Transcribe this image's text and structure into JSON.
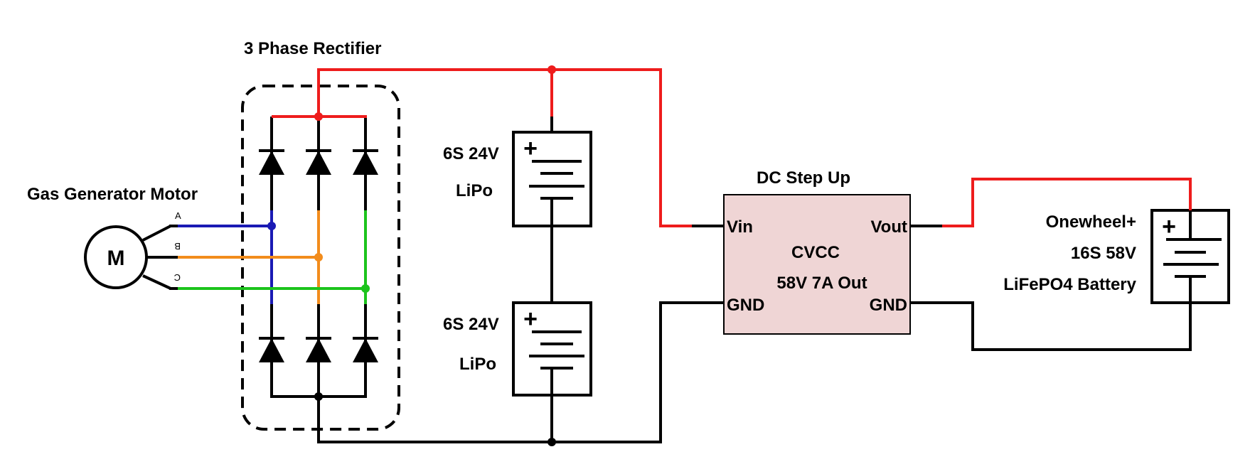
{
  "labels": {
    "rectifier_title": "3 Phase Rectifier",
    "motor_title": "Gas Generator Motor",
    "motor_symbol": "M",
    "phase_a": "A",
    "phase_b": "B",
    "phase_c": "C",
    "battery1_line1": "6S 24V",
    "battery1_line2": "LiPo",
    "battery2_line1": "6S 24V",
    "battery2_line2": "LiPo",
    "battery_plus": "+",
    "converter_title": "DC Step Up",
    "vin": "Vin",
    "vout": "Vout",
    "gnd_in": "GND",
    "gnd_out": "GND",
    "mode": "CVCC",
    "rating": "58V 7A Out",
    "onewheel_line1": "Onewheel+",
    "onewheel_line2": "16S 58V",
    "onewheel_line3": "LiFePO4 Battery"
  },
  "colors": {
    "positive_wire": "#ee1c1c",
    "ground_wire": "#000000",
    "phase_a_wire": "#1a1ab4",
    "phase_b_wire": "#f28c1c",
    "phase_c_wire": "#1cc41c",
    "converter_fill": "#efd5d5",
    "rectifier_border": "#000000"
  },
  "icons": {
    "diode": "diode-symbol",
    "battery": "battery-symbol",
    "motor": "motor-symbol"
  }
}
